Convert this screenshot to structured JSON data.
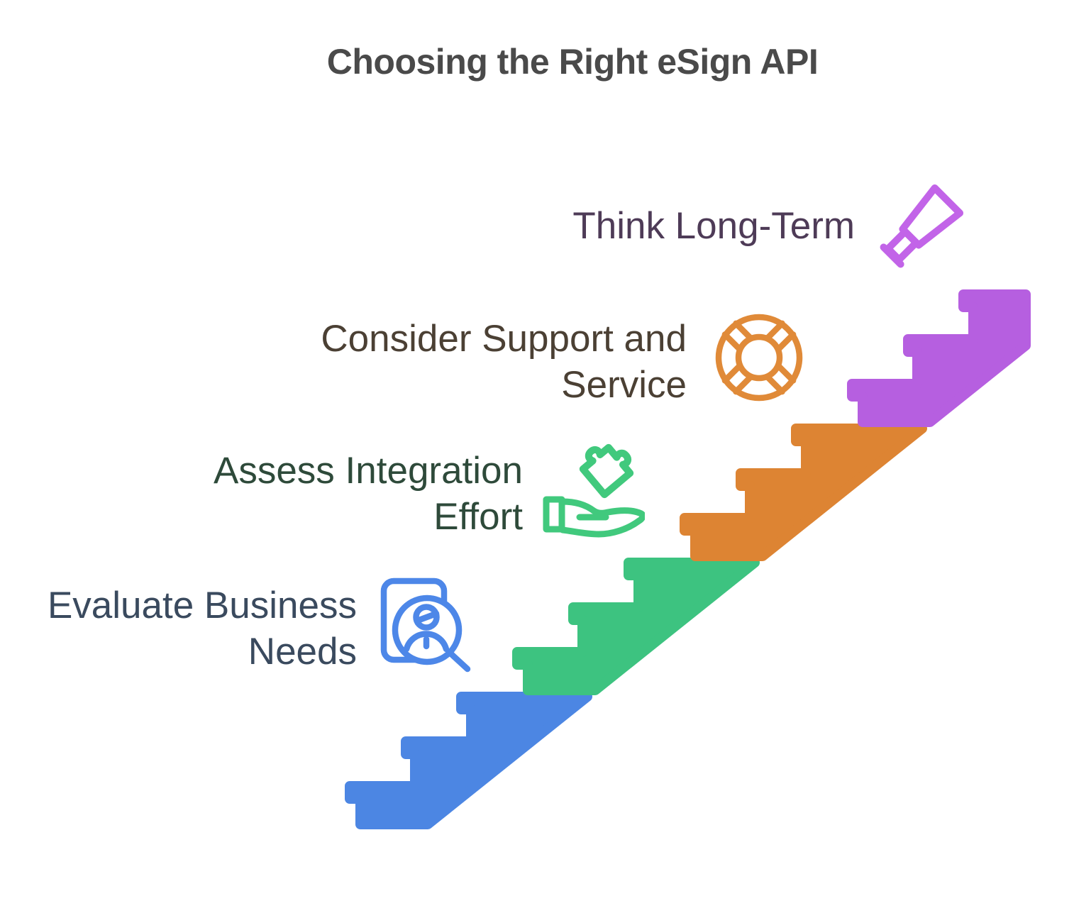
{
  "title": "Choosing the Right eSign API",
  "title_color": "#4a4a4a",
  "background": "#ffffff",
  "steps": [
    {
      "label": "Evaluate Business Needs",
      "line1": "Evaluate Business",
      "line2": "Needs",
      "step_color": "#4c86e3",
      "icon": "user-search-icon",
      "icon_color": "#4d87e8",
      "text_color": "#3a4a5e"
    },
    {
      "label": "Assess Integration Effort",
      "line1": "Assess Integration",
      "line2": "Effort",
      "step_color": "#3dc380",
      "icon": "hand-puzzle-icon",
      "icon_color": "#41c97d",
      "text_color": "#2e4a3a"
    },
    {
      "label": "Consider Support and Service",
      "line1": "Consider Support and",
      "line2": "Service",
      "step_color": "#dd8433",
      "icon": "lifebuoy-icon",
      "icon_color": "#e08a38",
      "text_color": "#4b4034"
    },
    {
      "label": "Think Long-Term",
      "line1": "Think Long-Term",
      "line2": "",
      "step_color": "#b65fe0",
      "icon": "telescope-icon",
      "icon_color": "#c264e8",
      "text_color": "#4e3b57"
    }
  ]
}
